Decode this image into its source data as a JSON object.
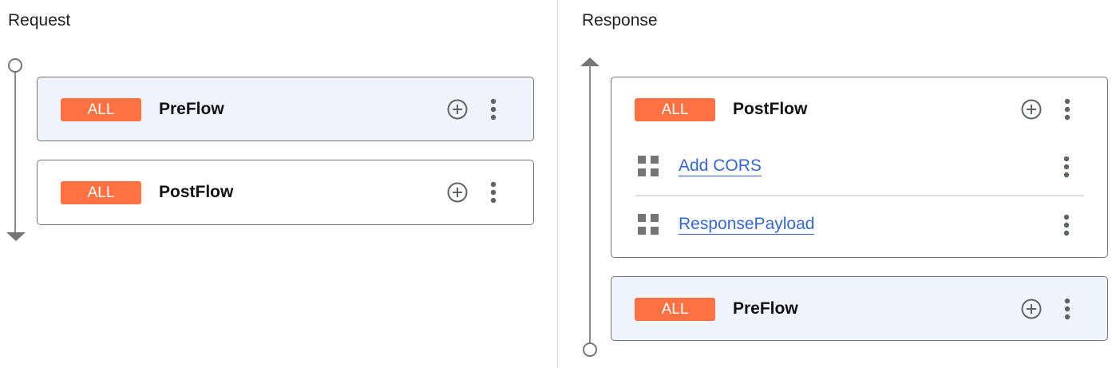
{
  "request": {
    "title": "Request",
    "flows": [
      {
        "badge": "ALL",
        "name": "PreFlow"
      },
      {
        "badge": "ALL",
        "name": "PostFlow"
      }
    ]
  },
  "response": {
    "title": "Response",
    "flows": [
      {
        "badge": "ALL",
        "name": "PostFlow",
        "steps": [
          {
            "name": "Add CORS"
          },
          {
            "name": "ResponsePayload"
          }
        ]
      },
      {
        "badge": "ALL",
        "name": "PreFlow"
      }
    ]
  },
  "colors": {
    "badge": "#ff7043",
    "highlight": "#eff4fd",
    "link": "#3367d6"
  }
}
